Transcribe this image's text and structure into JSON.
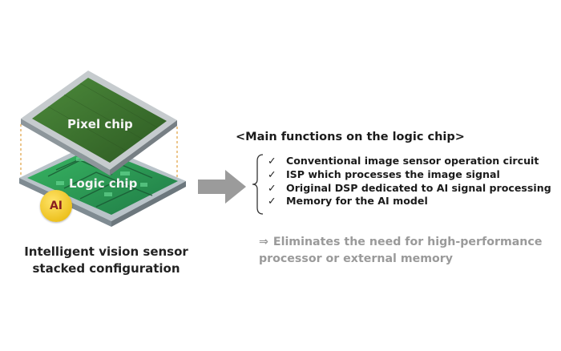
{
  "chip": {
    "pixel_label": "Pixel chip",
    "logic_label": "Logic chip",
    "ai_badge": "AI",
    "caption_line1": "Intelligent vision sensor",
    "caption_line2": "stacked configuration"
  },
  "functions": {
    "title": "<Main functions on the logic chip>",
    "items": [
      "Conventional image sensor operation circuit",
      "ISP which processes the image signal",
      "Original DSP dedicated to AI signal processing",
      "Memory for the AI model"
    ],
    "check_glyph": "✓"
  },
  "note": {
    "arrow_glyph": "⇒",
    "line1": "Eliminates the need for high-performance",
    "line2": "processor or external memory"
  },
  "colors": {
    "pixel_chip_face": "#3a6f2e",
    "logic_chip_face": "#2f9c52",
    "ai_badge": "#f2c419",
    "arrow": "#9b9b9b",
    "note_text": "#9a9a9a",
    "guide_lines": "#e0a040"
  }
}
